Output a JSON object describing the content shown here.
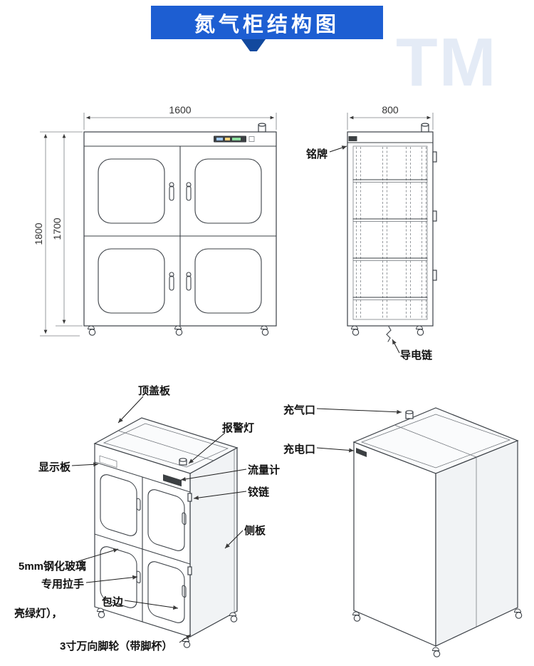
{
  "title": "氮气柜结构图",
  "watermark": "TM",
  "front_view": {
    "dim_width": "1600",
    "dim_height_outer": "1800",
    "dim_height_inner": "1700"
  },
  "side_view": {
    "dim_depth": "800",
    "nameplate": "铭牌",
    "conductive_chain": "导电链"
  },
  "iso_front_labels": {
    "top_cover": "顶盖板",
    "alarm_light": "报警灯",
    "display_panel": "显示板",
    "flow_meter": "流量计",
    "hinge": "铰链",
    "side_panel": "侧板",
    "tempered_glass": "5mm钢化玻璃",
    "handle": "专用拉手",
    "edge_trim": "包边",
    "green_light": "亮绿灯），",
    "casters": "3寸万向脚轮（带脚杯）"
  },
  "iso_rear_labels": {
    "gas_inlet": "充气口",
    "charge_port": "充电口"
  }
}
